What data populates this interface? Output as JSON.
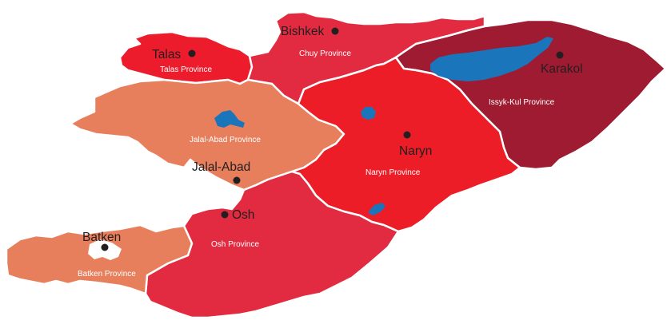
{
  "colors": {
    "talas": "#ec1c2d",
    "chuy": "#e22b41",
    "issyk_kul": "#9f1b32",
    "jalal_abad": "#e77f5c",
    "naryn": "#ec1d27",
    "osh": "#e22b41",
    "batken": "#e77f5c",
    "lake": "#1b75bb",
    "border": "#ffffff",
    "city_dot": "#231f20"
  },
  "provinces": {
    "talas": "Talas Province",
    "chuy": "Chuy Province",
    "issyk_kul": "Issyk-Kul Province",
    "jalal_abad": "Jalal-Abad Province",
    "naryn": "Naryn Province",
    "osh": "Osh Province",
    "batken": "Batken Province"
  },
  "cities": {
    "talas": "Talas",
    "bishkek": "Bishkek",
    "karakol": "Karakol",
    "naryn": "Naryn",
    "jalal_abad": "Jalal-Abad",
    "osh": "Osh",
    "batken": "Batken"
  },
  "lakes": [
    "lake-issyk-kul",
    "lake-toktogul",
    "lake-son-kul",
    "lake-chatyr-kul"
  ]
}
